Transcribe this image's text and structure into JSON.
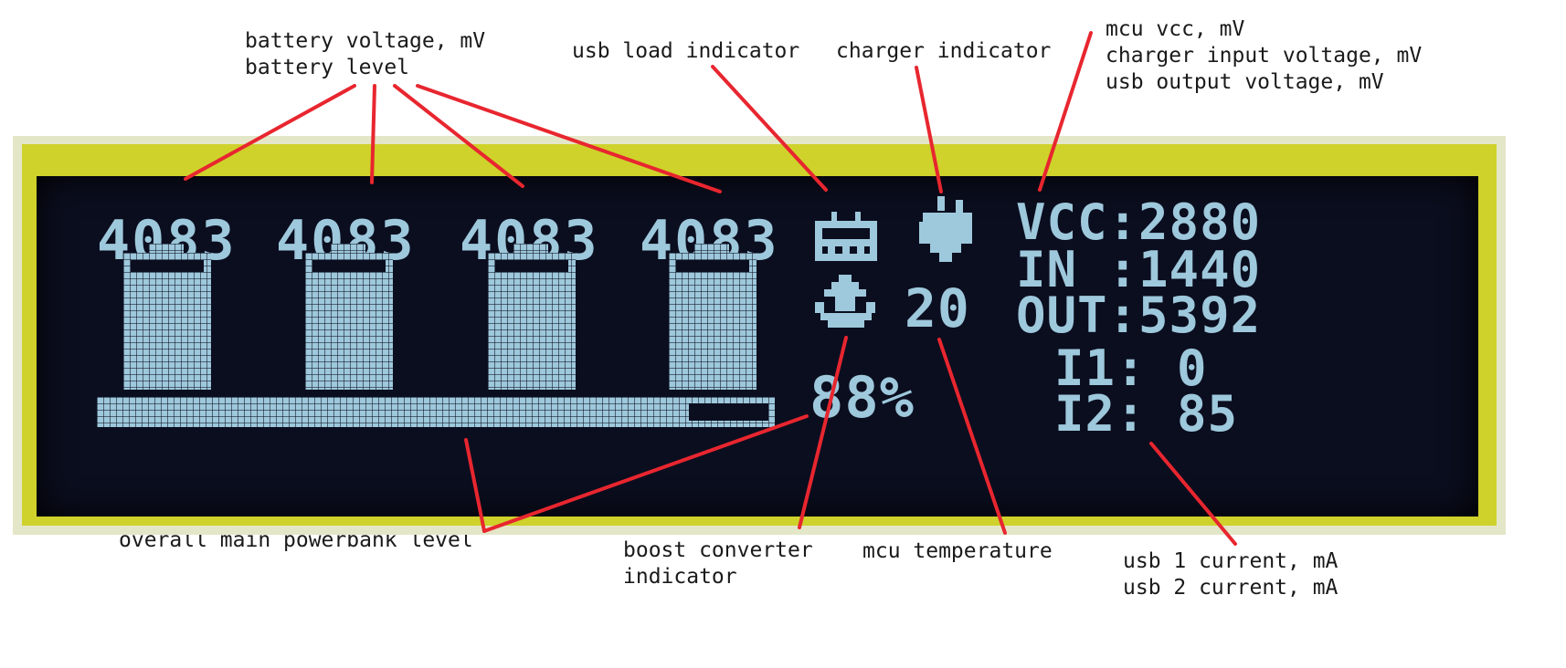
{
  "annotations": {
    "battery": [
      "battery voltage, mV",
      "battery level"
    ],
    "usb_load": "usb load indicator",
    "charger": "charger indicator",
    "right_top": [
      "mcu vcc, mV",
      "charger input voltage, mV",
      "usb output voltage, mV"
    ],
    "overall": "overall main powerbank level",
    "boost": [
      "boost converter",
      "indicator"
    ],
    "mcu_temp": "mcu temperature",
    "usb_current": [
      "usb 1 current, mA",
      "usb 2 current, mA"
    ]
  },
  "display": {
    "cells": [
      {
        "voltage": "4083",
        "level": 0.9
      },
      {
        "voltage": "4083",
        "level": 0.9
      },
      {
        "voltage": "4083",
        "level": 0.9
      },
      {
        "voltage": "4083",
        "level": 0.9
      }
    ],
    "vcc": "VCC:2880",
    "in": "IN :1440",
    "out": "OUT:5392",
    "i1": "I1: 0",
    "i2": "I2: 85",
    "temperature": "20",
    "overall_percent": "88%",
    "overall_level": 0.88,
    "lcd_color": "#9ec8dc",
    "lcd_background": "#0b0e1f",
    "bezel_color": "#cfd22a",
    "pointer_color": "#e8262f"
  },
  "icons": {
    "usb_load": "usb-load-icon",
    "charger": "plug-icon",
    "boost": "boost-converter-icon"
  }
}
